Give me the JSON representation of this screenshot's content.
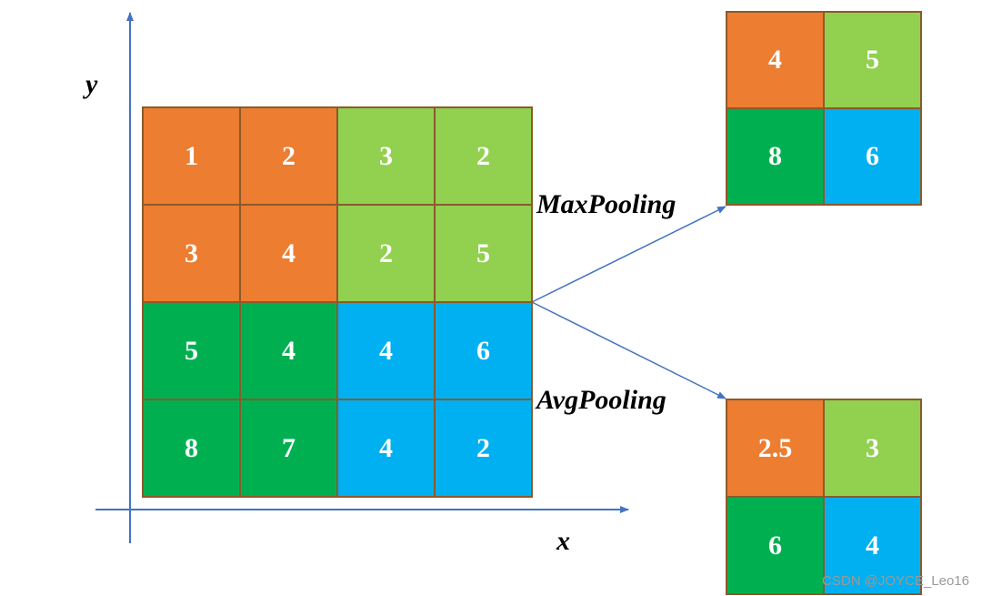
{
  "colors": {
    "orange": "#ED7D31",
    "lightgreen": "#92D050",
    "green": "#00B050",
    "blue": "#00B0F0",
    "border": "#8B5A2B",
    "axis": "#4472C4"
  },
  "axes": {
    "x_label": "x",
    "y_label": "y"
  },
  "input_grid": {
    "rows": [
      [
        {
          "value": "1",
          "color": "#ED7D31"
        },
        {
          "value": "2",
          "color": "#ED7D31"
        },
        {
          "value": "3",
          "color": "#92D050"
        },
        {
          "value": "2",
          "color": "#92D050"
        }
      ],
      [
        {
          "value": "3",
          "color": "#ED7D31"
        },
        {
          "value": "4",
          "color": "#ED7D31"
        },
        {
          "value": "2",
          "color": "#92D050"
        },
        {
          "value": "5",
          "color": "#92D050"
        }
      ],
      [
        {
          "value": "5",
          "color": "#00B050"
        },
        {
          "value": "4",
          "color": "#00B050"
        },
        {
          "value": "4",
          "color": "#00B0F0"
        },
        {
          "value": "6",
          "color": "#00B0F0"
        }
      ],
      [
        {
          "value": "8",
          "color": "#00B050"
        },
        {
          "value": "7",
          "color": "#00B050"
        },
        {
          "value": "4",
          "color": "#00B0F0"
        },
        {
          "value": "2",
          "color": "#00B0F0"
        }
      ]
    ]
  },
  "max_pooling": {
    "label": "MaxPooling",
    "rows": [
      [
        {
          "value": "4",
          "color": "#ED7D31"
        },
        {
          "value": "5",
          "color": "#92D050"
        }
      ],
      [
        {
          "value": "8",
          "color": "#00B050"
        },
        {
          "value": "6",
          "color": "#00B0F0"
        }
      ]
    ]
  },
  "avg_pooling": {
    "label": "AvgPooling",
    "rows": [
      [
        {
          "value": "2.5",
          "color": "#ED7D31"
        },
        {
          "value": "3",
          "color": "#92D050"
        }
      ],
      [
        {
          "value": "6",
          "color": "#00B050"
        },
        {
          "value": "4",
          "color": "#00B0F0"
        }
      ]
    ]
  },
  "watermark": "CSDN @JOYCE_Leo16"
}
